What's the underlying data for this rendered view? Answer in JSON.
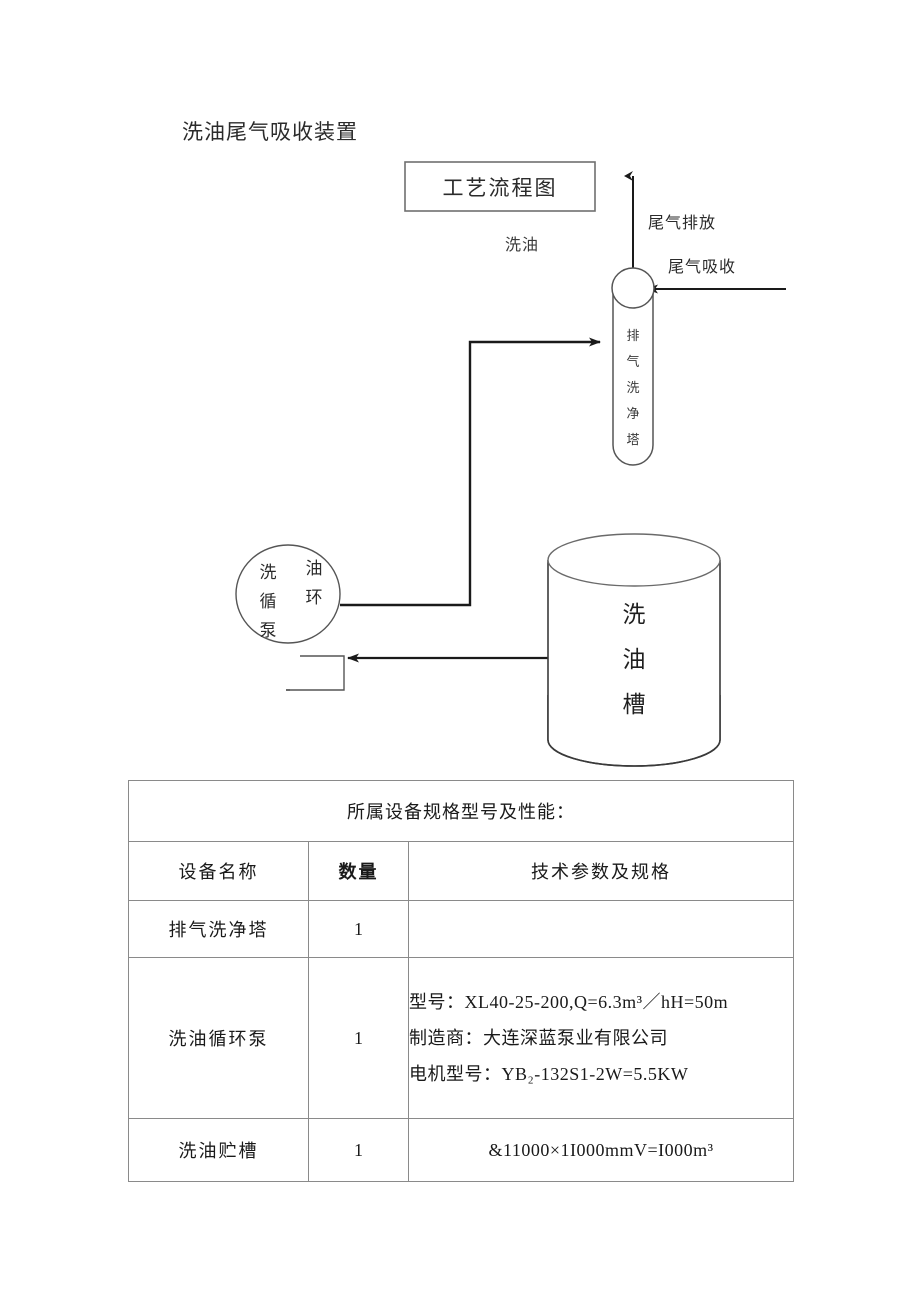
{
  "document": {
    "title": "洗油尾气吸收装置"
  },
  "diagram": {
    "flow_chart_box_label": "工艺流程图",
    "wash_oil_label": "洗油",
    "exhaust_discharge_label": "尾气排放",
    "exhaust_absorption_label": "尾气吸收",
    "tower_label_chars": [
      "排",
      "气",
      "洗",
      "净",
      "塔"
    ],
    "pump_label_left_chars": [
      "洗",
      "循",
      "泵"
    ],
    "pump_label_right_chars": [
      "油",
      "环"
    ],
    "tank_label_chars": [
      "洗",
      "油",
      "槽"
    ],
    "line_color": "#1a1a1a",
    "vessel_stroke": "#555555"
  },
  "table": {
    "title": "所属设备规格型号及性能：",
    "headers": {
      "name": "设备名称",
      "quantity": "数量",
      "spec": "技术参数及规格"
    },
    "rows": [
      {
        "name": "排气洗净塔",
        "quantity": "1",
        "spec_lines": []
      },
      {
        "name": "洗油循环泵",
        "quantity": "1",
        "spec_lines": [
          "型号：XL40-25-200,Q=6.3m³／hH=50m",
          "制造商：大连深蓝泵业有限公司",
          "电机型号：YB₂-132S1-2W=5.5KW"
        ]
      },
      {
        "name": "洗油贮槽",
        "quantity": "1",
        "spec_lines": [
          "&11000×1I000mmV=I000m³"
        ]
      }
    ]
  }
}
